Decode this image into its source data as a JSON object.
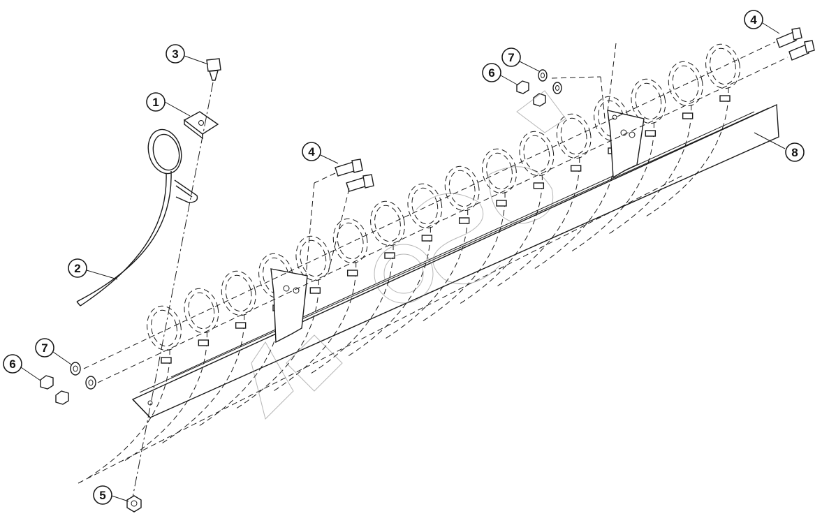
{
  "callouts": [
    {
      "label": "1"
    },
    {
      "label": "2"
    },
    {
      "label": "3"
    },
    {
      "label": "4"
    },
    {
      "label": "4"
    },
    {
      "label": "5"
    },
    {
      "label": "6"
    },
    {
      "label": "6"
    },
    {
      "label": "7"
    },
    {
      "label": "7"
    },
    {
      "label": "8"
    }
  ],
  "colors": {
    "line": "#1a1a1a",
    "background": "#ffffff",
    "watermark": "#7a7a7a"
  }
}
